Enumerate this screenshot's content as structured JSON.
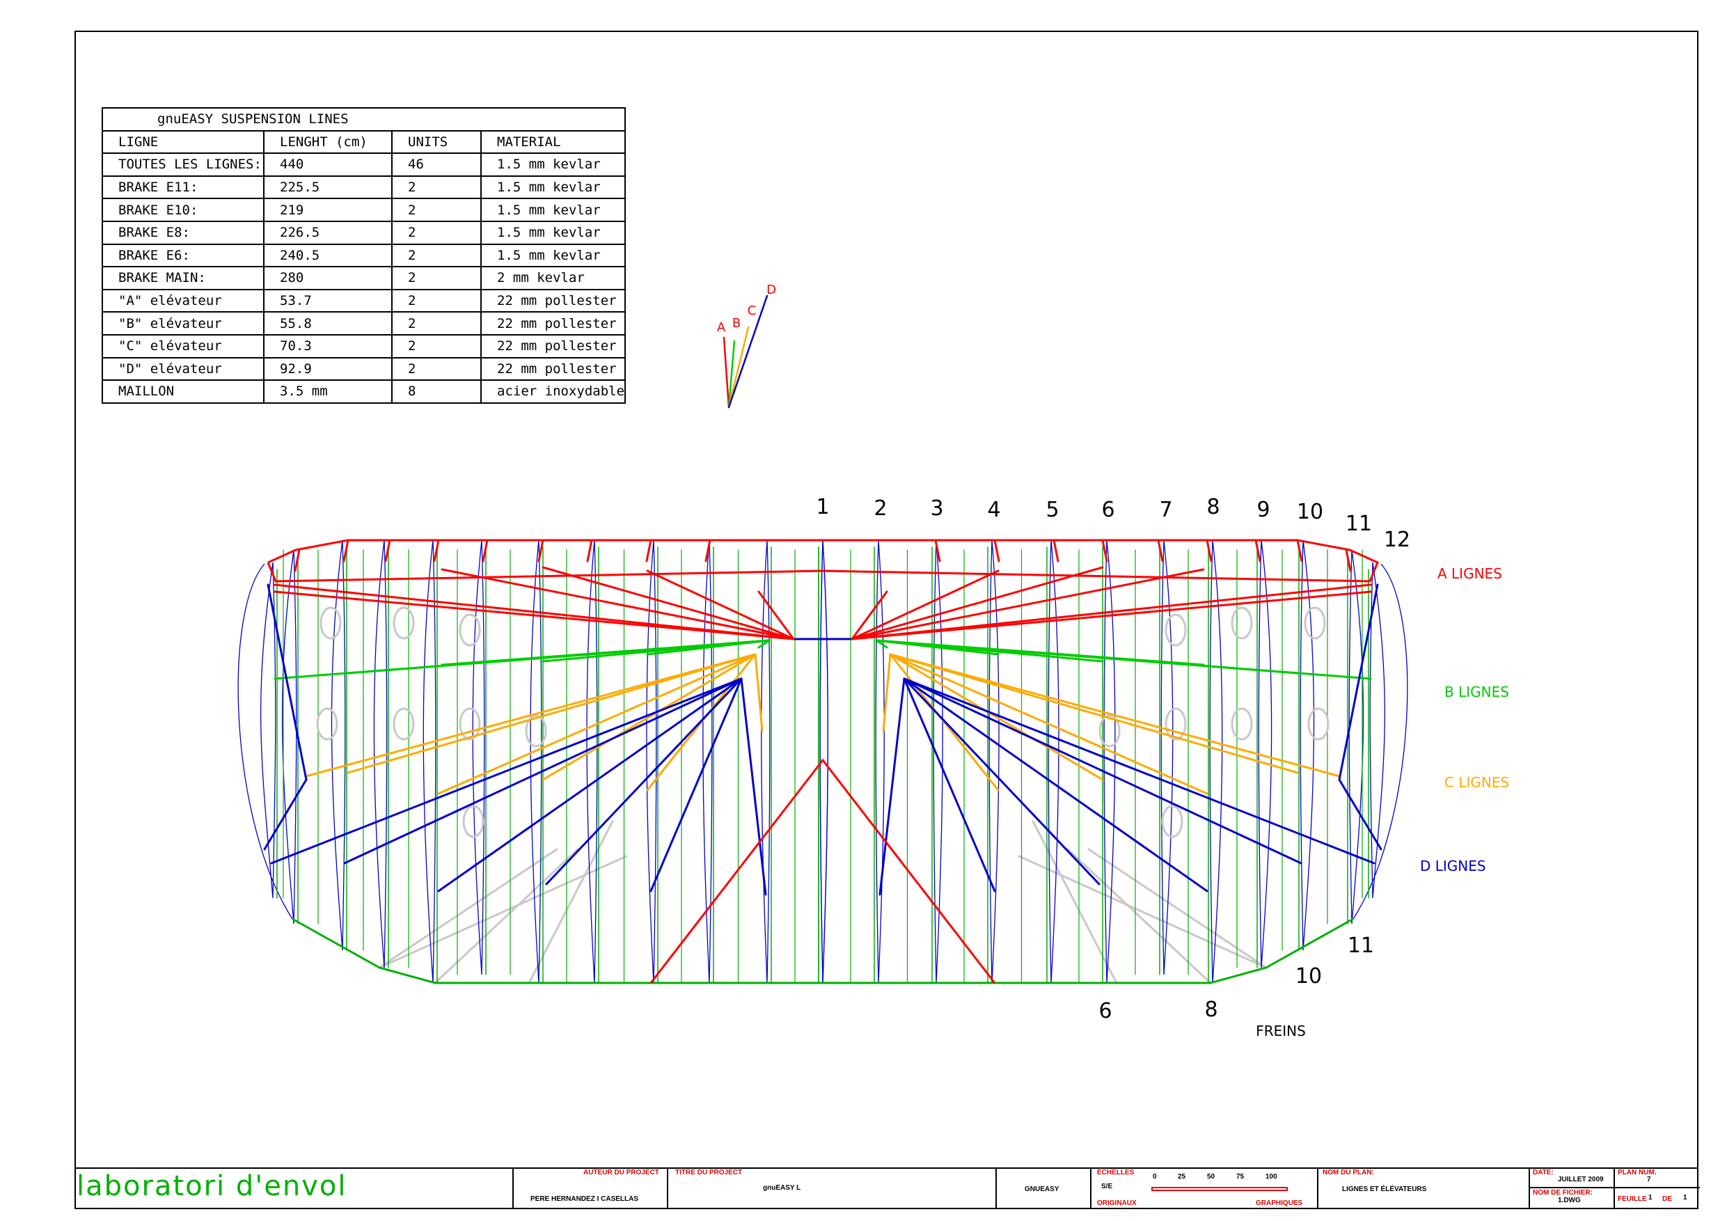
{
  "table": {
    "title": "gnuEASY SUSPENSION LINES",
    "headers": [
      "LIGNE",
      "LENGHT (cm)",
      "UNITS",
      "MATERIAL"
    ],
    "rows": [
      [
        "TOUTES LES LIGNES:",
        "440",
        "46",
        "1.5 mm kevlar"
      ],
      [
        "BRAKE E11:",
        "225.5",
        "2",
        "1.5 mm kevlar"
      ],
      [
        "BRAKE E10:",
        "219",
        "2",
        "1.5 mm kevlar"
      ],
      [
        "BRAKE E8:",
        "226.5",
        "2",
        "1.5 mm kevlar"
      ],
      [
        "BRAKE E6:",
        "240.5",
        "2",
        "1.5 mm kevlar"
      ],
      [
        "BRAKE MAIN:",
        "280",
        "2",
        "2 mm kevlar"
      ],
      [
        "\"A\" elévateur",
        "53.7",
        "2",
        "22 mm pollester"
      ],
      [
        "\"B\" elévateur",
        "55.8",
        "2",
        "22 mm pollester"
      ],
      [
        "\"C\" elévateur",
        "70.3",
        "2",
        "22 mm pollester"
      ],
      [
        "\"D\" elévateur",
        "92.9",
        "2",
        "22 mm pollester"
      ],
      [
        "MAILLON",
        "3.5 mm",
        "8",
        "acier inoxydable"
      ]
    ]
  },
  "riser_legend": [
    "A",
    "B",
    "C",
    "D"
  ],
  "rib_numbers": [
    "1",
    "2",
    "3",
    "4",
    "5",
    "6",
    "7",
    "8",
    "9",
    "10",
    "11",
    "12"
  ],
  "line_groups": [
    {
      "label": "A LIGNES",
      "color": "#ff0000"
    },
    {
      "label": "B LIGNES",
      "color": "#00cc00"
    },
    {
      "label": "C LIGNES",
      "color": "#ffaa00"
    },
    {
      "label": "D LIGNES",
      "color": "#0000cc"
    }
  ],
  "brake_numbers": [
    "6",
    "8",
    "10",
    "11"
  ],
  "brake_label": "FREINS",
  "colors": {
    "rib": "#0000cc",
    "panel": "#00b000",
    "a": "#ff0000",
    "b": "#00cc00",
    "c": "#ffaa00",
    "d": "#0000cc",
    "brake": "#c8c8c8"
  },
  "title_block": {
    "brand": "laboratori d'envol",
    "author_caption": "AUTEUR DU PROJECT",
    "author": "PERE HERNANDEZ I CASELLAS",
    "project_caption": "TITRE DU PROJECT",
    "project": "gnuEASY L",
    "company": "GNUEASY",
    "scale_caption": "ÉCHELLES",
    "scale_value": "S/E",
    "scale_originals": "ORIGINAUX",
    "scale_graphics": "GRAPHIQUES",
    "scale_ticks": [
      "0",
      "25",
      "50",
      "75",
      "100"
    ],
    "plan_name_caption": "NOM DU PLAN:",
    "plan_name": "LIGNES ET ÉLÉVATEURS",
    "date_caption": "DATE:",
    "date": "JUILLET 2009",
    "file_caption": "NOM DE FICHIER:",
    "file": "1.DWG",
    "plan_num_caption": "PLAN NUM.",
    "plan_num": "7",
    "sheet_caption": "FEUILLE",
    "sheet": "1",
    "sheet_of": "DE",
    "sheet_total": "1"
  }
}
